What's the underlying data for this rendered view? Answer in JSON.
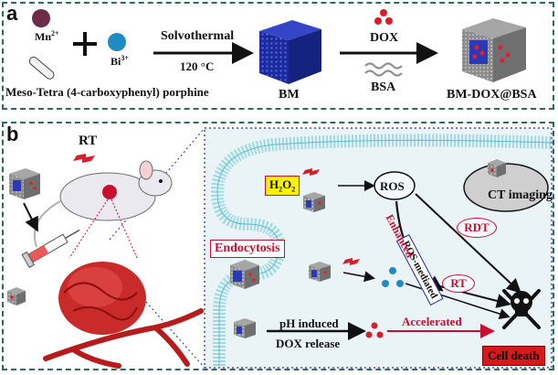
{
  "panel_a": {
    "letter": "a",
    "mn_label": "Mn",
    "mn_sup": "2+",
    "bi_label": "Bi",
    "bi_sup": "3+",
    "porphine_label": "Meso-Tetra (4-carboxyphenyl) porphine",
    "solvothermal_label": "Solvothermal",
    "temp_label": "120 °C",
    "bm_label": "BM",
    "dox_label": "DOX",
    "bsa_label": "BSA",
    "product_label": "BM-DOX@BSA"
  },
  "panel_b": {
    "letter": "b",
    "rt_label": "RT",
    "h2o2_main": "H",
    "h2o2_sub1": "2",
    "h2o2_o": "O",
    "h2o2_sub2": "2",
    "ros_label": "ROS",
    "ct_label": "CT imaging",
    "rdt_label": "RDT",
    "ros_mediated_label": "ROS-mediated",
    "enhanced_label": "Enhanced",
    "rt_oval_label": "RT",
    "endocytosis_label": "Endocytosis",
    "ph_label_1": "pH induced",
    "ph_label_2": "DOX release",
    "accelerated_label": "Accelerated",
    "cell_death_label": "Cell death"
  },
  "colors": {
    "border": "#2c6a5c",
    "accent_red": "#c8102e",
    "mn_color": "#6e2b47",
    "bi_color": "#1e8bc3",
    "cube_blue": "#1b2a9c",
    "membrane": "#9fd9e3",
    "h2o2_bg": "#fff200",
    "cell_death_bg": "#d7191c"
  }
}
